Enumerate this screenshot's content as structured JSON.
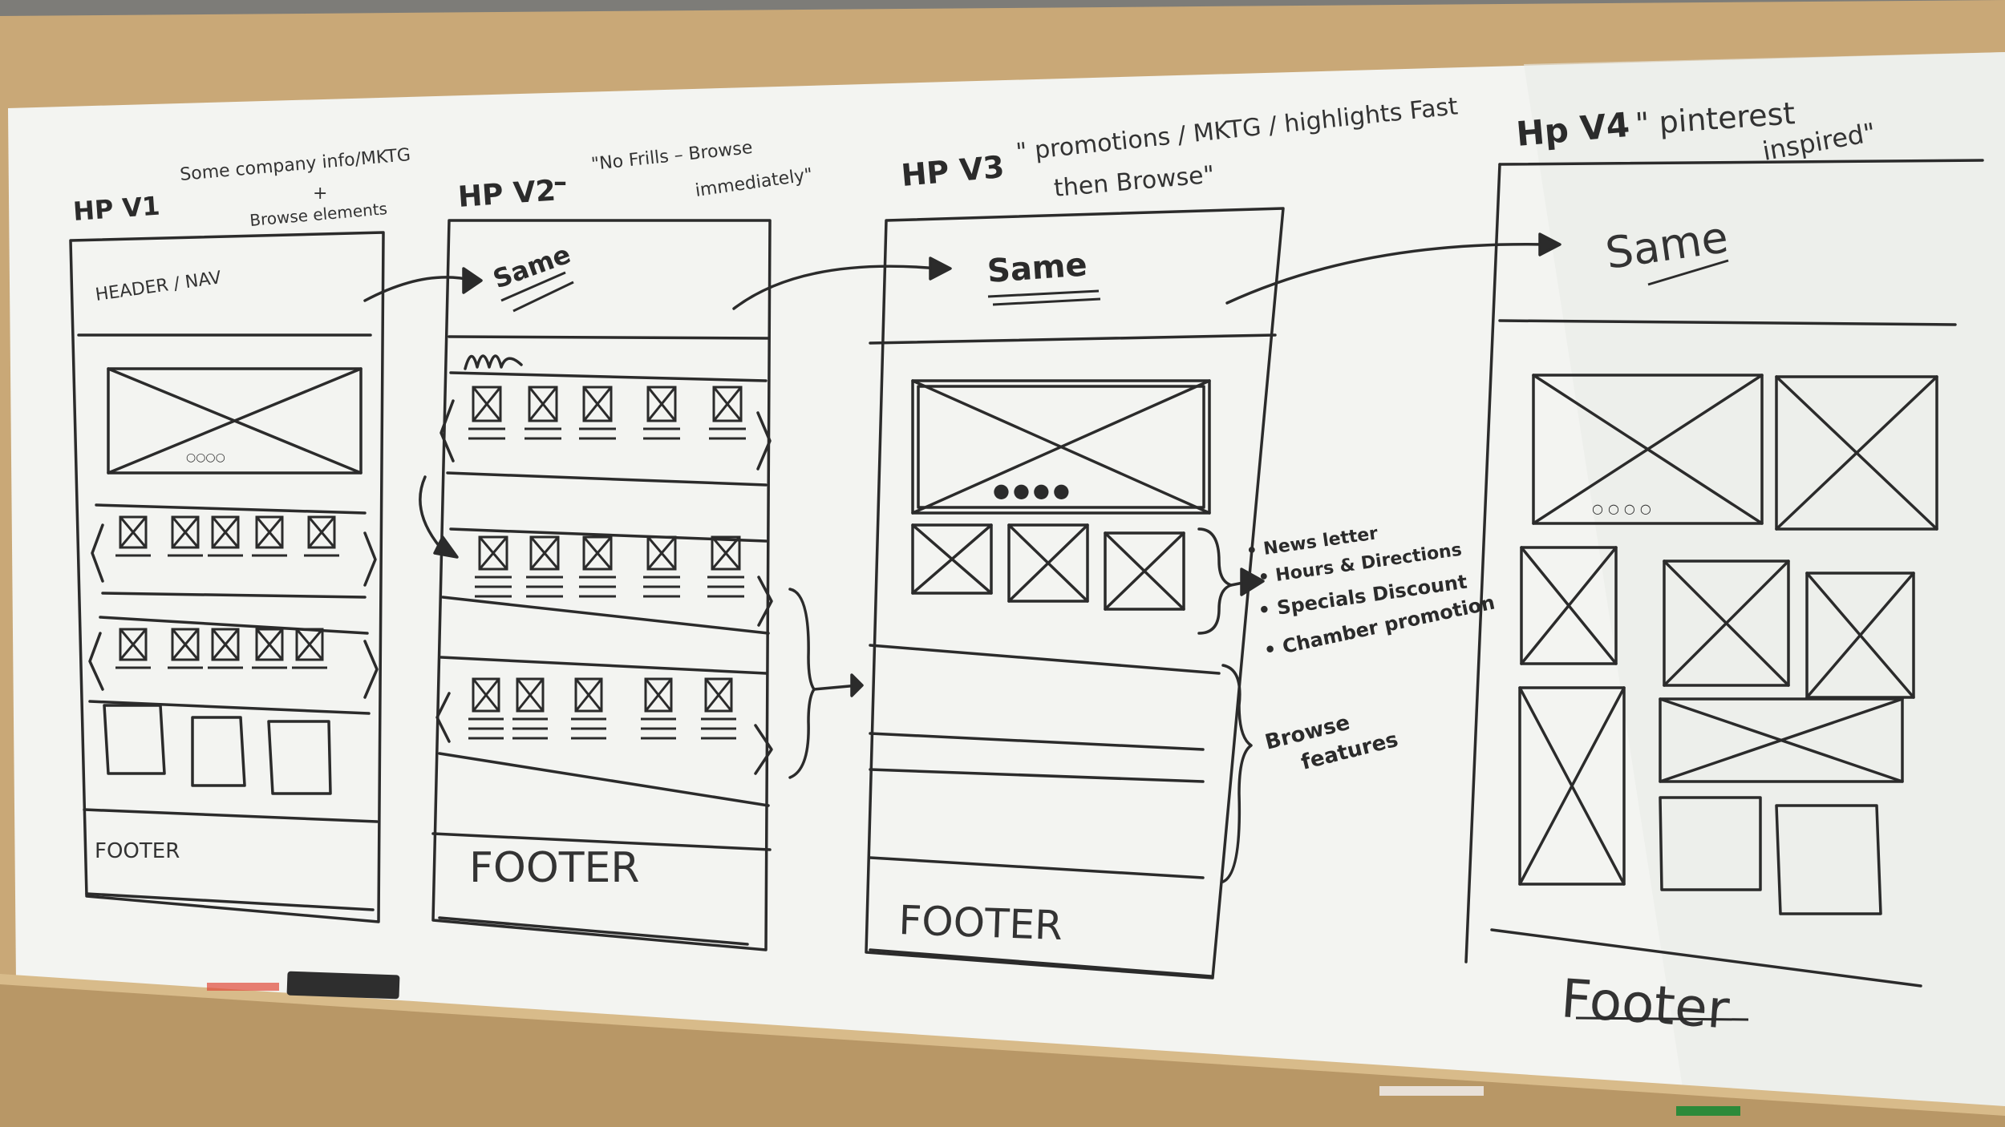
{
  "board": {
    "colors": {
      "wall": "#7d7c78",
      "frame": "#c9a877",
      "whiteboard": "#f3f4f1",
      "marker": "#2b2b2b",
      "tray": "#b89766"
    },
    "sketches": [
      {
        "title": "HP V1",
        "note_line1": "Some company info/MKTG",
        "note_plus": "+",
        "note_line2": "Browse elements",
        "header_label": "HEADER / NAV",
        "footer_label": "FOOTER",
        "carousel_dots": "○○○○"
      },
      {
        "title": "HP V2",
        "dash": "–",
        "note_line1": "\"No Frills – Browse",
        "note_line2": "immediately\"",
        "header_label": "Same",
        "footer_label": "FOOTER"
      },
      {
        "title": "HP V3",
        "note_line1": "\" promotions / MKTG / highlights Fast",
        "note_line2": "then Browse\"",
        "header_label": "Same",
        "carousel_dots": "●●●●",
        "footer_label": "FOOTER"
      },
      {
        "title": "Hp V4",
        "note_line1": "\" pinterest",
        "note_line2": "inspired\"",
        "header_label": "Same",
        "carousel_dots": "○○○○",
        "footer_label": "Footer"
      }
    ],
    "v3_annotations": {
      "bullets": [
        "• News letter",
        "• Hours & Directions",
        "• Specials Discount",
        "• Chamber promotion"
      ],
      "browse_label_line1": "Browse",
      "browse_label_line2": "features"
    }
  }
}
